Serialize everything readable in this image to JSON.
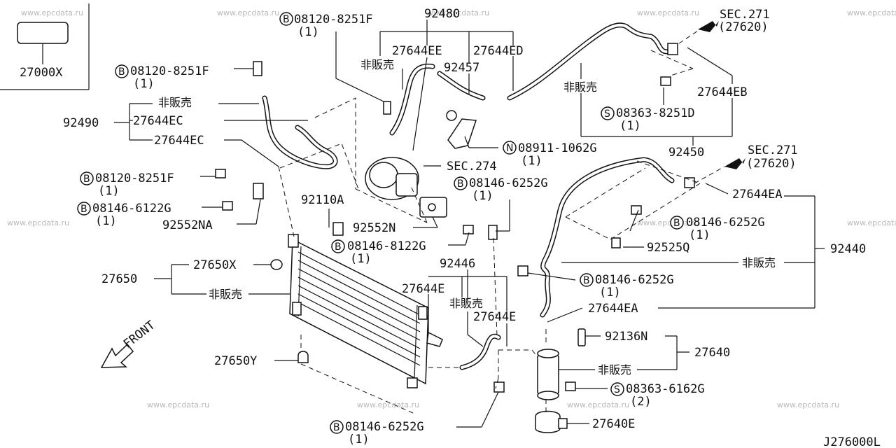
{
  "watermark": "www.epcdata.ru",
  "diagram_code": "J276000L",
  "labels": {
    "p27000x": "27000X",
    "b1": "08120-8251F",
    "b1q": "(1)",
    "p92480": "92480",
    "p27644ee": "27644EE",
    "p27644ed": "27644ED",
    "nh1": "非販売",
    "p92457": "92457",
    "sec271a": "SEC.271",
    "sec271a_sub": "(27620)",
    "b2": "08120-8251F",
    "b2q": "(1)",
    "nh2": "非販売",
    "p27644eb": "27644EB",
    "nh3": "非販売",
    "s1": "08363-8251D",
    "s1q": "(1)",
    "p92490": "92490",
    "p27644ec1": "27644EC",
    "p27644ec2": "27644EC",
    "n1": "08911-1062G",
    "n1q": "(1)",
    "p92450": "92450",
    "sec274": "SEC.274",
    "sec271b": "SEC.271",
    "sec271b_sub": "(27620)",
    "b3": "08120-8251F",
    "b3q": "(1)",
    "b4": "08146-6252G",
    "b4q": "(1)",
    "p27644ea1": "27644EA",
    "b5": "08146-6122G",
    "b5q": "(1)",
    "p92110a": "92110A",
    "b6": "08146-6252G",
    "b6q": "(1)",
    "p92552na": "92552NA",
    "p92552n": "92552N",
    "p92525q": "92525Q",
    "b7": "08146-8122G",
    "b7q": "(1)",
    "p92440": "92440",
    "p92446": "92446",
    "nh4": "非販売",
    "p27650x": "27650X",
    "p27650": "27650",
    "nh5": "非販売",
    "b8": "08146-6252G",
    "b8q": "(1)",
    "p27644e1": "27644E",
    "nh6": "非販売",
    "p27644e2": "27644E",
    "p27644ea2": "27644EA",
    "front": "FRONT",
    "p92136n": "92136N",
    "p27640": "27640",
    "nh7": "非販売",
    "p27650y": "27650Y",
    "s2": "08363-6162G",
    "s2q": "(2)",
    "b9": "08146-6252G",
    "b9q": "(1)",
    "p27640e": "27640E"
  },
  "circle_marks": {
    "bolt": "B",
    "screw": "S",
    "nut": "N"
  }
}
